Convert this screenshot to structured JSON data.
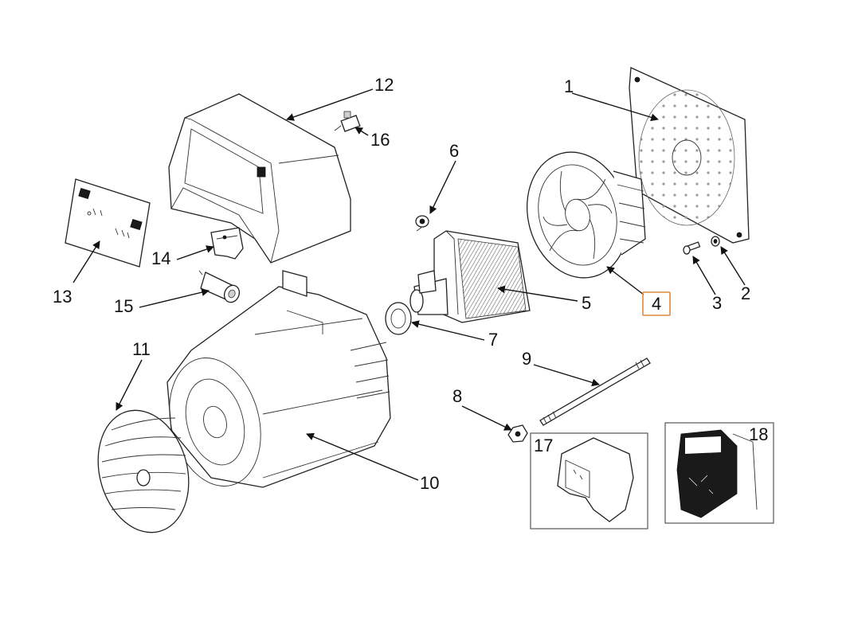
{
  "diagram": {
    "callouts": [
      {
        "id": "1",
        "label": "1"
      },
      {
        "id": "2",
        "label": "2"
      },
      {
        "id": "3",
        "label": "3"
      },
      {
        "id": "4",
        "label": "4",
        "highlighted": true
      },
      {
        "id": "5",
        "label": "5"
      },
      {
        "id": "6",
        "label": "6"
      },
      {
        "id": "7",
        "label": "7"
      },
      {
        "id": "8",
        "label": "8"
      },
      {
        "id": "9",
        "label": "9"
      },
      {
        "id": "10",
        "label": "10"
      },
      {
        "id": "11",
        "label": "11"
      },
      {
        "id": "12",
        "label": "12"
      },
      {
        "id": "13",
        "label": "13"
      },
      {
        "id": "14",
        "label": "14"
      },
      {
        "id": "15",
        "label": "15"
      },
      {
        "id": "16",
        "label": "16"
      },
      {
        "id": "17",
        "label": "17"
      },
      {
        "id": "18",
        "label": "18"
      }
    ],
    "highlight_color": "#e08a3c"
  }
}
